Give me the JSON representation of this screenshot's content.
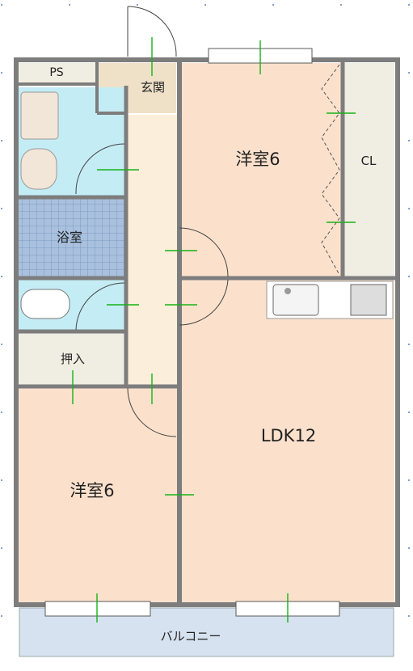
{
  "rooms": {
    "ps": "PS",
    "genkan": "玄関",
    "western_north": "洋室6",
    "cl": "CL",
    "bath": "浴室",
    "oshiire": "押入",
    "ldk": "LDK12",
    "western_south": "洋室6",
    "balcony": "バルコニー"
  },
  "colors": {
    "wall": "#7d7d7d",
    "room_fill": "#fbe1cc",
    "corridor_fill": "#fbeeda",
    "wet_fill": "#c4ecf4",
    "storage_fill": "#f0ede2",
    "bath_tile": "#8aa6c8",
    "balcony_fill": "#d6e2f0",
    "arrow": "#18b218"
  }
}
